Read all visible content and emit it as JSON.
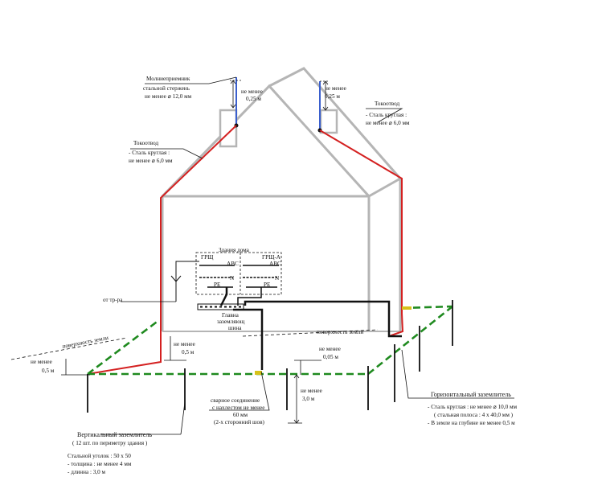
{
  "lightning_rod": {
    "title": "Молниеприемник",
    "line1": "стальной стержень",
    "line2": "не менее   ⌀ 12,0 мм"
  },
  "rod_height_left": {
    "line1": "не  менее",
    "line2": "0,25 м"
  },
  "rod_height_right": {
    "line1": "не  менее",
    "line2": "0,25 м"
  },
  "downconductor_left": {
    "title": "Токоотвод",
    "line1": "- Сталь круглая :",
    "line2": "не менее   ⌀ 6,0 мм"
  },
  "downconductor_right": {
    "title": "Токоотвод",
    "line1": "- Сталь круглая :",
    "line2": "не менее   ⌀ 6,0 мм"
  },
  "panel": {
    "building_label": "Здания дома",
    "grsch": "ГРЩ",
    "grsch_a": "ГРЩ-А",
    "abc": "АВС",
    "n": "N",
    "pe": "PE"
  },
  "from_tp": "от тр-ра",
  "main_bus": {
    "line1": "Главна",
    "line2": "заземляющ",
    "line3": "шина"
  },
  "ground_surface_left": "поверхность  земли",
  "ground_surface_right": "поверхность  земли",
  "depth_left": {
    "line1": "не  менее",
    "line2": "0,5 м"
  },
  "depth_center": {
    "line1": "не  менее",
    "line2": "0,5 м"
  },
  "depth_right": {
    "line1": "не  менее",
    "line2": "0,05 м"
  },
  "rod_length": {
    "line1": "не  менее",
    "line2": "3,0 м"
  },
  "weld": {
    "line1": "сварное  соединение",
    "line2": "с нахлестом не менее",
    "line3": "60 мм",
    "line4": "(2-х сторонний шов)"
  },
  "vertical_electrode": {
    "title": "Вертикальный  заземлитель",
    "line1": "( 12 шт. по периметру  здания )",
    "line2": "Стальной  уголок :  50 х 50",
    "line3": "- толщина : не  менее   4 мм",
    "line4": "- длинна : 3,0 м"
  },
  "horizontal_electrode": {
    "title": "Горизонтальный  заземлитель",
    "line1": "- Сталь  круглая : не менее   ⌀  10,0 мм",
    "line2": "( стальная  полоса :  4 х 40,0 мм )",
    "line3": "- В земле  на  глубине   не  менее  0,5 м"
  },
  "colors": {
    "building": "#b5b5b5",
    "downconductor": "#d42020",
    "earth_loop": "#1f8a1f",
    "rod": "#3a5fcd",
    "ink": "#111111"
  }
}
